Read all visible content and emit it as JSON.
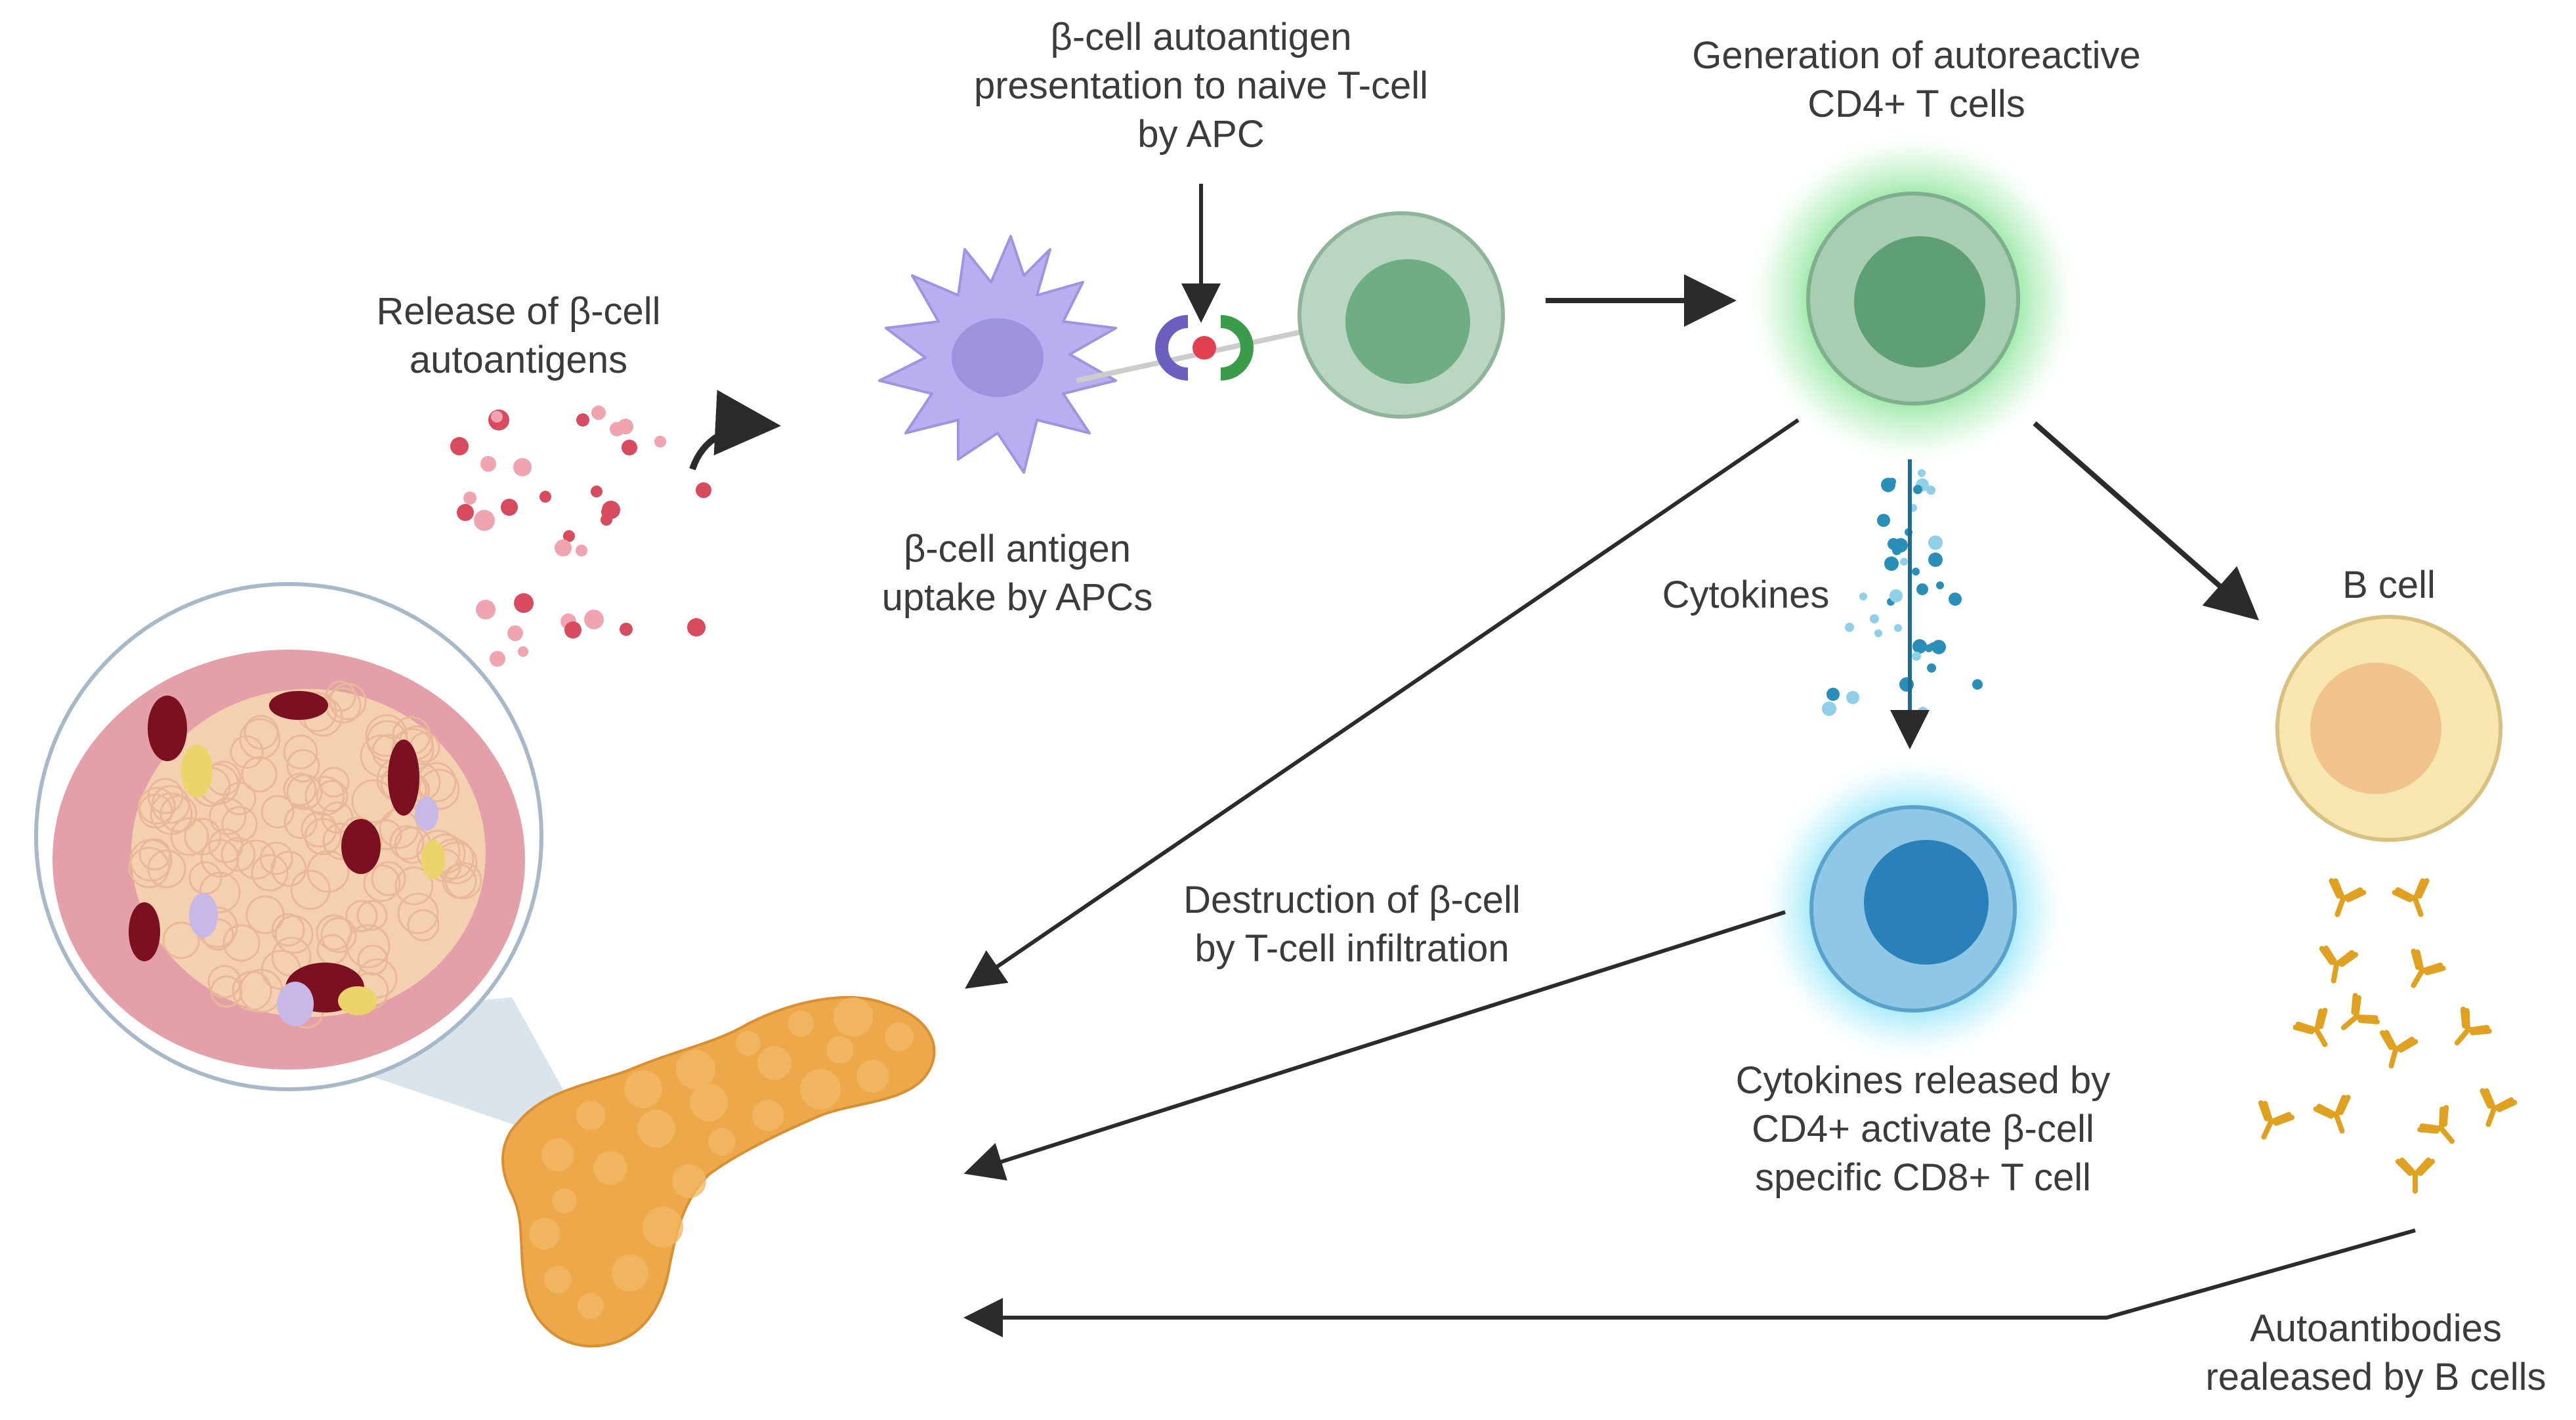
{
  "labels": {
    "presentation": {
      "line1": "β-cell autoantigen",
      "line2": "presentation to naive T-cell",
      "line3": "by APC"
    },
    "generation": {
      "line1": "Generation of autoreactive",
      "line2": "CD4+ T cells"
    },
    "release": {
      "line1": "Release of β-cell",
      "line2": "autoantigens"
    },
    "uptake": {
      "line1": "β-cell antigen",
      "line2": "uptake by APCs"
    },
    "cytokines": "Cytokines",
    "bcell": "B  cell",
    "destruction": {
      "line1": "Destruction of β-cell",
      "line2": "by T-cell infiltration"
    },
    "cytokines_released": {
      "line1": "Cytokines released by",
      "line2": "CD4+ activate β-cell",
      "line3": "specific CD8+ T cell"
    },
    "autoantibodies": {
      "line1": "Autoantibodies",
      "line2": "realeased by B cells"
    }
  },
  "colors": {
    "apc": "#b9aef0",
    "apc_nucleus": "#9d93dd",
    "naive_t_cell": "#b8d6c0",
    "naive_t_nucleus": "#6fae85",
    "cd4_glow": "#6fdc7a",
    "cd4_cell": "#a7ceb1",
    "cd4_nucleus": "#5e9f75",
    "cd8_glow": "#5fd4f0",
    "cd8_cell": "#8fc7e6",
    "cd8_nucleus": "#2a80b8",
    "b_cell": "#f7e6b0",
    "b_cell_nucleus": "#f0c38c",
    "antibody": "#e0a020",
    "antigen_dots": "#d84a5e",
    "cytokine_dots": "#2a8fb8",
    "pancreas": "#eda84a",
    "arrow": "#2b2b2b"
  },
  "icons": {
    "apc": "dendritic-cell-icon",
    "naive_t_cell": "t-cell-icon",
    "cd4": "cd4-t-cell-icon",
    "cd8": "cd8-t-cell-icon",
    "b_cell": "b-cell-icon",
    "antibody": "antibody-icon",
    "pancreas": "pancreas-icon",
    "islet": "islet-magnified-icon"
  }
}
